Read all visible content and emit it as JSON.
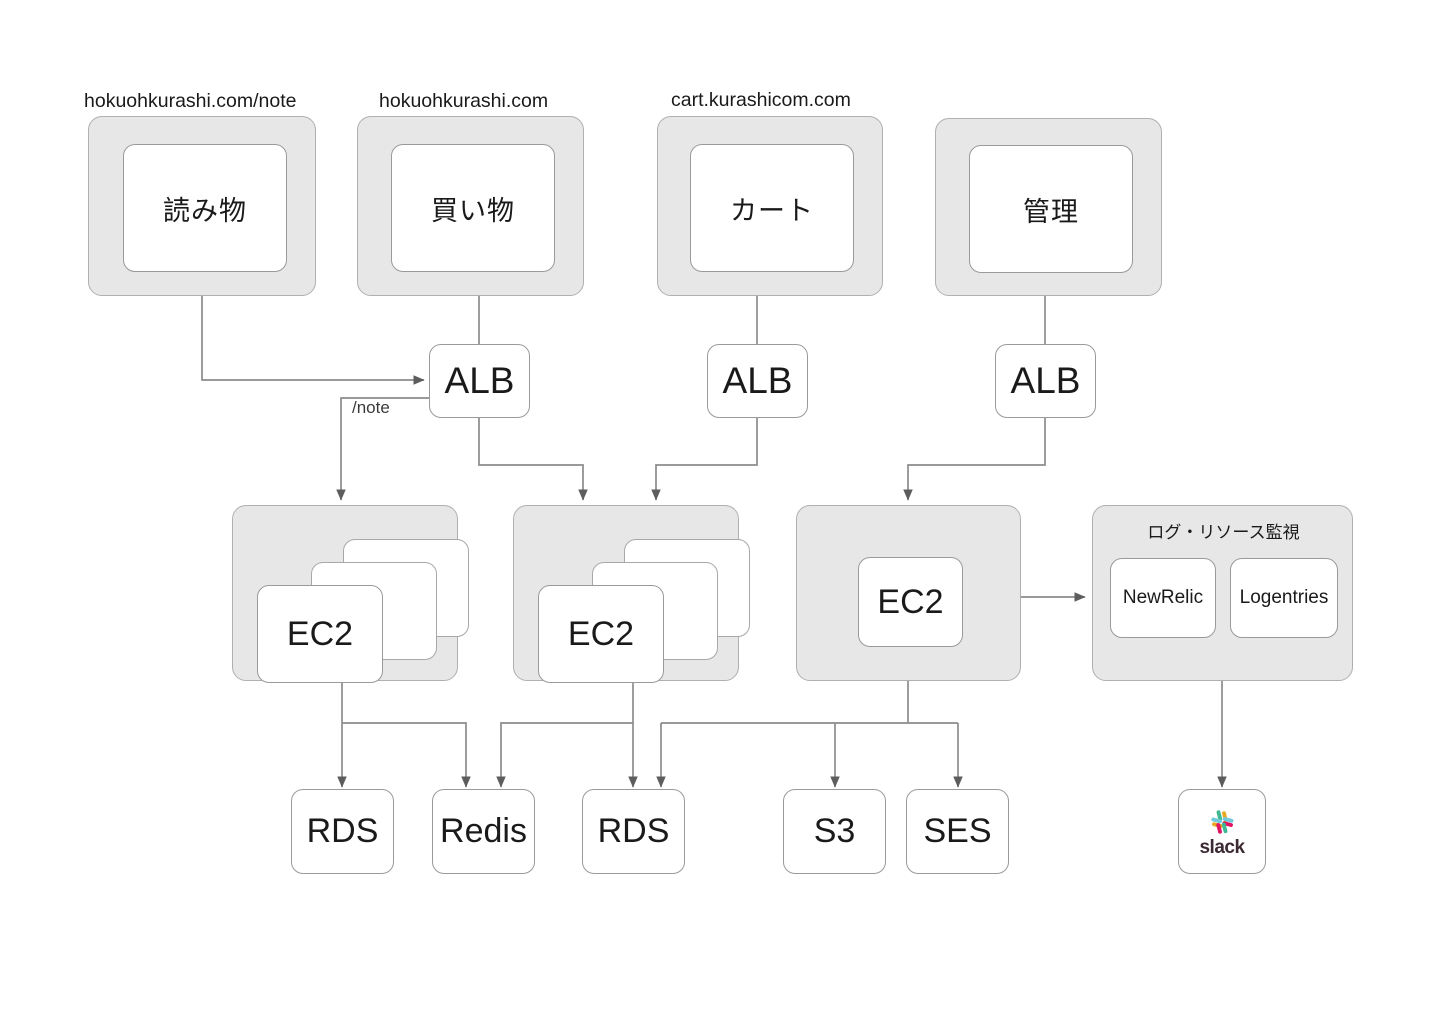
{
  "diagram": {
    "title": "kurashicom-aws-architecture",
    "colors": {
      "group_fill": "#e7e7e7",
      "group_stroke": "#b0b0b0",
      "card_fill": "#ffffff",
      "card_stroke": "#9a9a9a",
      "wire": "#8c8c8c",
      "text": "#1a1a1a",
      "slack_green": "#3eb991",
      "slack_blue": "#70cadb",
      "slack_yellow": "#e9a820",
      "slack_red": "#e01563",
      "slack_word": "#3b2a33"
    }
  },
  "frontends": [
    {
      "domain": "hokuohkurashi.com/note",
      "label": "読み物",
      "name": "yomimono"
    },
    {
      "domain": "hokuohkurashi.com",
      "label": "買い物",
      "name": "kaimono"
    },
    {
      "domain": "cart.kurashicom.com",
      "label": "カート",
      "name": "cart"
    },
    {
      "domain": "",
      "label": "管理",
      "name": "kanri"
    }
  ],
  "load_balancers": [
    {
      "label": "ALB",
      "name": "alb-web"
    },
    {
      "label": "ALB",
      "name": "alb-cart"
    },
    {
      "label": "ALB",
      "name": "alb-admin"
    }
  ],
  "compute": [
    {
      "label": "EC2",
      "name": "ec2-note",
      "stacked": true
    },
    {
      "label": "EC2",
      "name": "ec2-web",
      "stacked": true
    },
    {
      "label": "EC2",
      "name": "ec2-admin",
      "stacked": false
    }
  ],
  "monitoring": {
    "title": "ログ・リソース監視",
    "items": [
      {
        "label": "NewRelic",
        "name": "newrelic"
      },
      {
        "label": "Logentries",
        "name": "logentries"
      }
    ]
  },
  "datastores": [
    {
      "label": "RDS",
      "name": "rds-note"
    },
    {
      "label": "Redis",
      "name": "redis"
    },
    {
      "label": "RDS",
      "name": "rds-web"
    },
    {
      "label": "S3",
      "name": "s3"
    },
    {
      "label": "SES",
      "name": "ses"
    }
  ],
  "notification": {
    "label": "slack",
    "name": "slack"
  },
  "edge_labels": [
    {
      "text": "/note",
      "name": "note-route-label"
    }
  ]
}
